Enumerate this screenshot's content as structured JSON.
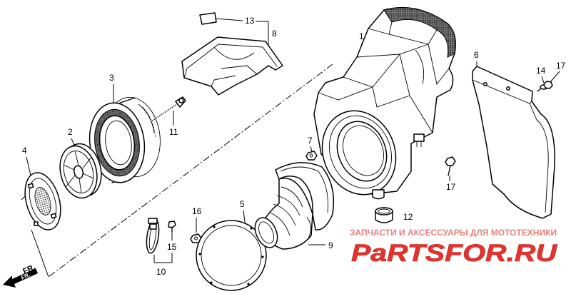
{
  "diagram": {
    "callouts": {
      "p13": "13",
      "p8": "8",
      "p3": "3",
      "p2": "2",
      "p4": "4",
      "p11": "11",
      "p1": "1",
      "p7": "7",
      "p6": "6",
      "p14": "14",
      "p17a": "17",
      "p17b": "17",
      "p12": "12",
      "p16": "16",
      "p5": "5",
      "p9": "9",
      "p15": "15",
      "p10": "10"
    },
    "direction_label": "FR."
  },
  "watermark": {
    "caption": "ЗАПЧАСТИ И АКСЕССУАРЫ ДЛЯ МОТОТЕХНИКИ",
    "logo": "PaRTSFOR.RU"
  },
  "colors": {
    "line": "#000000",
    "watermark_caption": "#e8807c",
    "watermark_logo": "#e5332f"
  }
}
